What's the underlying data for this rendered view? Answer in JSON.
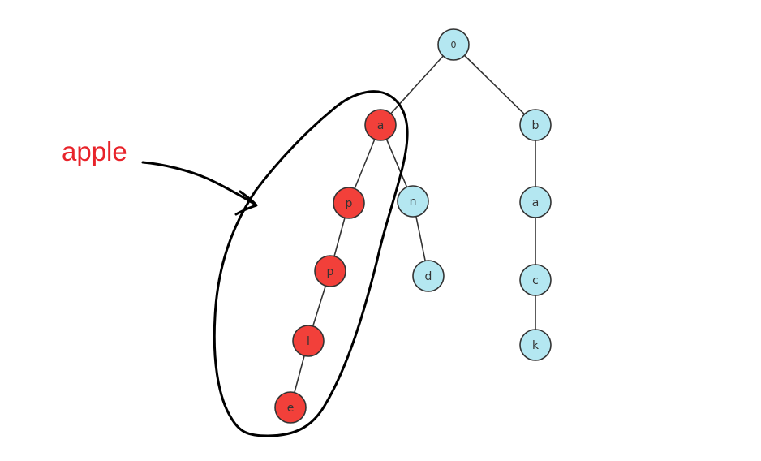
{
  "colors": {
    "highlight_fill": "#f2403a",
    "normal_fill": "#b4e7f1",
    "outline": "#333333",
    "annotation_text": "#e8232a",
    "pen": "#000000"
  },
  "nodes": {
    "root": {
      "label": "0",
      "highlighted": false
    },
    "a1": {
      "label": "a",
      "highlighted": true
    },
    "p1": {
      "label": "p",
      "highlighted": true
    },
    "p2": {
      "label": "p",
      "highlighted": true
    },
    "l": {
      "label": "l",
      "highlighted": true
    },
    "e": {
      "label": "e",
      "highlighted": true
    },
    "n": {
      "label": "n",
      "highlighted": false
    },
    "d": {
      "label": "d",
      "highlighted": false
    },
    "b": {
      "label": "b",
      "highlighted": false
    },
    "a2": {
      "label": "a",
      "highlighted": false
    },
    "c": {
      "label": "c",
      "highlighted": false
    },
    "k": {
      "label": "k",
      "highlighted": false
    }
  },
  "edges": [
    [
      "root",
      "a1"
    ],
    [
      "root",
      "b"
    ],
    [
      "a1",
      "p1"
    ],
    [
      "a1",
      "n"
    ],
    [
      "p1",
      "p2"
    ],
    [
      "p2",
      "l"
    ],
    [
      "l",
      "e"
    ],
    [
      "n",
      "d"
    ],
    [
      "b",
      "a2"
    ],
    [
      "a2",
      "c"
    ],
    [
      "c",
      "k"
    ]
  ],
  "annotation": {
    "text": "apple"
  }
}
